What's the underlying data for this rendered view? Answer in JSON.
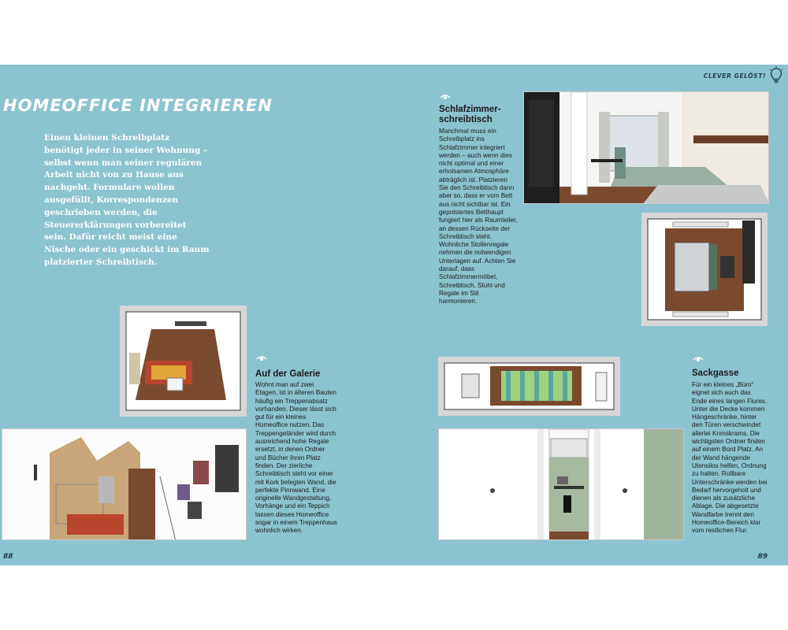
{
  "page": {
    "title": "HOMEOFFICE INTEGRIEREN",
    "intro": "Einen kleinen Schreibplatz benötigt jeder in seiner Wohnung – selbst wenn man seiner regulären Arbeit nicht von zu Hause aus nachgeht. Formulare wollen ausgefüllt, Korrespondenzen geschrieben werden, die Steuererklärungen vorbereitet sein. Dafür reicht meist eine Nische oder ein geschickt im Raum platzierter Schreibtisch.",
    "left_page_number": "88",
    "right_page_number": "89",
    "running_header": "CLEVER GELÖST!"
  },
  "sections": {
    "schlafzimmer": {
      "heading": "Schlafzimmer-\nschreibtisch",
      "text": "Manchmal muss ein Schreibplatz ins Schlafzimmer integriert werden – auch wenn dies nicht optimal und einer erholsamen Atmosphäre abträglich ist. Platzieren Sie den Schreibtisch dann aber so, dass er vom Bett aus nicht sichtbar ist. Ein gepolstertes Betthaupt fungiert hier als Raumteiler, an dessen Rückseite der Schreibtisch steht. Wohnliche Stollenregale nehmen die notwendigen Unterlagen auf. Achten Sie darauf, dass Schlafzimmermöbel, Schreibtisch, Stuhl und Regale im Stil harmonieren."
    },
    "galerie": {
      "heading": "Auf der Galerie",
      "text": "Wohnt man auf zwei Etagen, ist in älteren Bauten häufig ein Treppenabsatz vorhanden. Dieser lässt sich gut für ein kleines Homeoffice nutzen. Das Treppengeländer wird durch ausreichend hohe Regale ersetzt, in denen Ordner und Bücher ihren Platz finden. Der zierliche Schreibtisch steht vor einer mit Kork belegten Wand, die perfekte Pinnwand. Eine originelle Wandgestaltung, Vorhänge und ein Teppich lassen dieses Homeoffice sogar in einem Treppenhaus wohnlich wirken."
    },
    "sackgasse": {
      "heading": "Sackgasse",
      "text": "Für ein kleines „Büro“ eignet sich auch das Ende eines langen Flures. Unter die Decke kommen Hängeschränke, hinter den Türen verschwindet allerlei Krimskrams. Die wichtigsten Ordner finden auf einem Bord Platz. An der Wand hängende Utensilos helfen, Ordnung zu halten. Rollbare Unterschränke werden bei Bedarf hervorgeholt und dienen als zusätzliche Ablage. Die abgesetzte Wandfarbe trennt den Homeoffice-Bereich klar vom restlichen Flur."
    }
  },
  "icons": {
    "section_marker": "eye-icon",
    "header_marker": "lightbulb-icon"
  },
  "colors": {
    "background": "#8cc3d1",
    "title": "#ffffff",
    "text": "#1a1a1a",
    "accent_dark": "#1f3b46"
  }
}
